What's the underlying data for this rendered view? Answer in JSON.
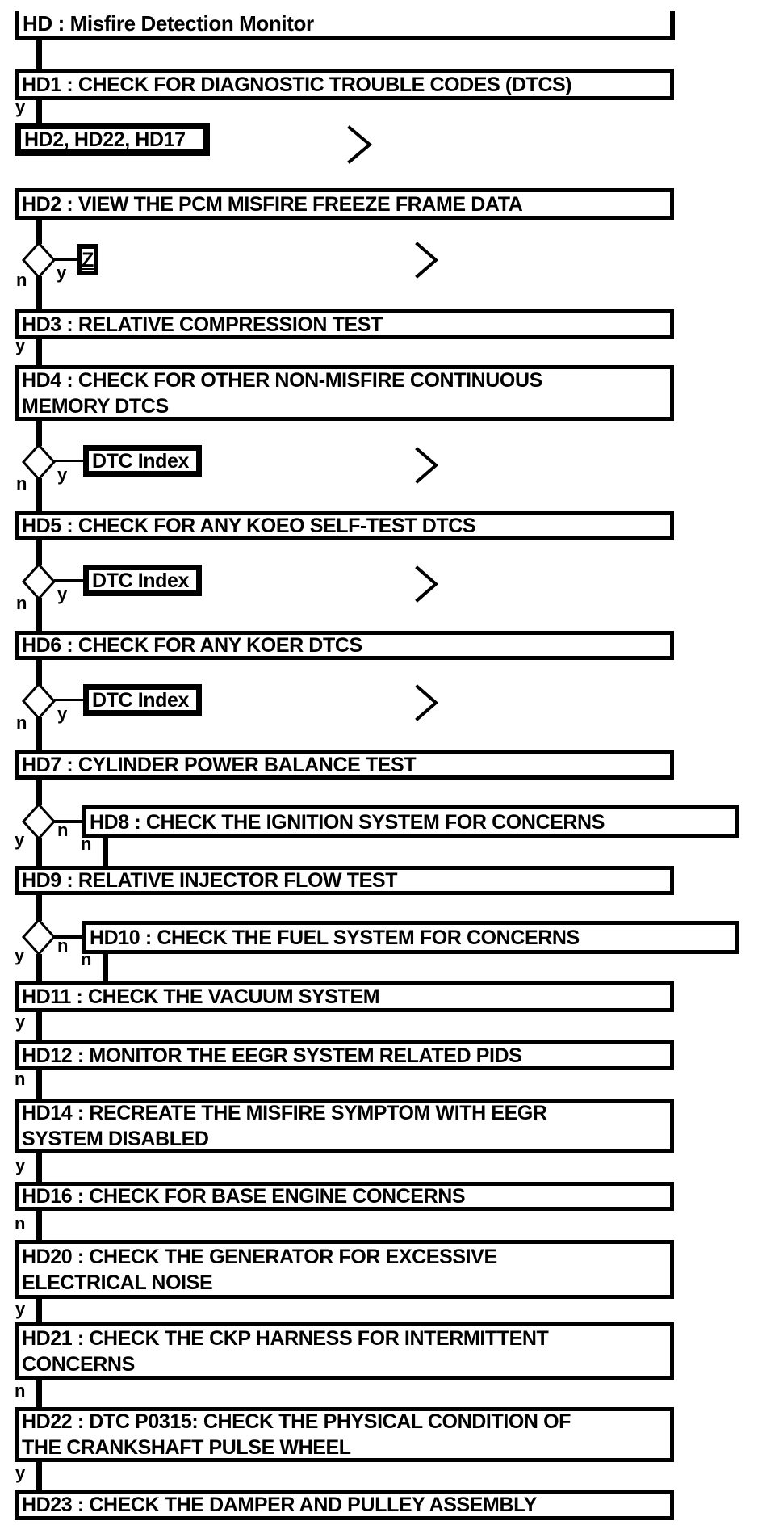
{
  "title": "HD : Misfire Detection Monitor",
  "labels": {
    "yes": "y",
    "no": "n"
  },
  "colors": {
    "line": "#000000",
    "background": "#ffffff"
  },
  "nodes": {
    "hd1": "HD1 : CHECK FOR DIAGNOSTIC TROUBLE CODES (DTCS)",
    "goto_hd1": "HD2, HD22, HD17",
    "hd2": "HD2 : VIEW THE PCM MISFIRE FREEZE FRAME DATA",
    "z_ref": "Z",
    "hd3": "HD3 : RELATIVE COMPRESSION TEST",
    "hd4": "HD4 : CHECK FOR OTHER NON-MISFIRE CONTINUOUS\nMEMORY DTCS",
    "dtc_index": "DTC Index",
    "hd5": "HD5 : CHECK FOR ANY KOEO SELF-TEST DTCS",
    "hd6": "HD6 : CHECK FOR ANY KOER DTCS",
    "hd7": "HD7 : CYLINDER POWER BALANCE TEST",
    "hd8": "HD8 : CHECK THE IGNITION SYSTEM FOR CONCERNS",
    "hd9": "HD9 : RELATIVE INJECTOR FLOW TEST",
    "hd10": "HD10 : CHECK THE FUEL SYSTEM FOR CONCERNS",
    "hd11": "HD11 : CHECK THE VACUUM SYSTEM",
    "hd12": "HD12 : MONITOR THE EEGR SYSTEM RELATED PIDS",
    "hd14": "HD14 : RECREATE THE MISFIRE SYMPTOM WITH EEGR\nSYSTEM DISABLED",
    "hd16": "HD16 : CHECK FOR BASE ENGINE CONCERNS",
    "hd20": "HD20 : CHECK THE GENERATOR FOR EXCESSIVE\nELECTRICAL NOISE",
    "hd21": "HD21 : CHECK THE CKP HARNESS FOR INTERMITTENT\nCONCERNS",
    "hd22": "HD22 : DTC P0315: CHECK THE PHYSICAL CONDITION OF\nTHE CRANKSHAFT PULSE WHEEL",
    "hd23": "HD23 : CHECK THE DAMPER AND PULLEY ASSEMBLY"
  }
}
